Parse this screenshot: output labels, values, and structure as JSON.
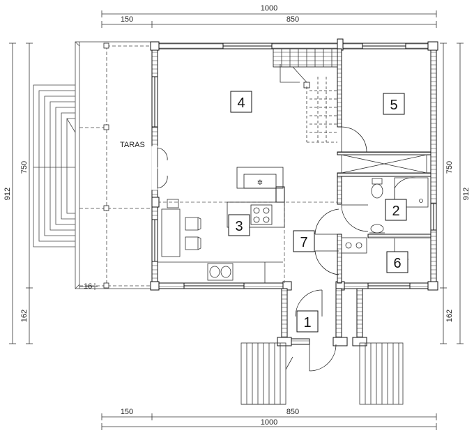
{
  "dimensions": {
    "top_total": "1000",
    "top_left": "150",
    "top_right": "850",
    "bottom_left": "150",
    "bottom_right": "850",
    "bottom_total": "1000",
    "left_total": "912",
    "left_upper": "750",
    "left_lower": "162",
    "right_total": "912",
    "right_upper": "750",
    "right_lower": "162",
    "wall_mark": "16"
  },
  "labels": {
    "terrace": "TARAS"
  },
  "rooms": {
    "r1": "1",
    "r2": "2",
    "r3": "3",
    "r4": "4",
    "r5": "5",
    "r6": "6",
    "r7": "7"
  }
}
